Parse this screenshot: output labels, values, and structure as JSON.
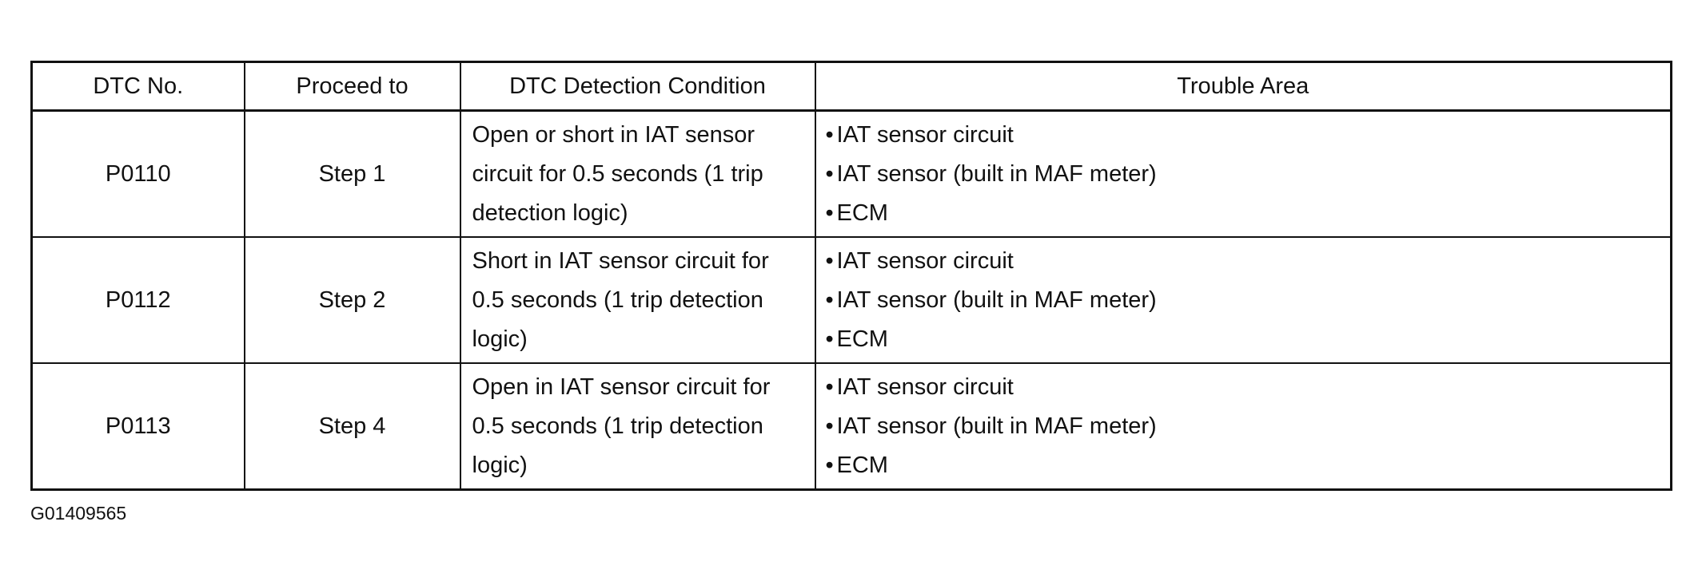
{
  "table": {
    "headers": {
      "dtc_no": "DTC No.",
      "proceed_to": "Proceed to",
      "condition": "DTC Detection Condition",
      "trouble_area": "Trouble Area"
    },
    "rows": [
      {
        "dtc": "P0110",
        "proceed": "Step 1",
        "condition": "Open or short in IAT sensor circuit for 0.5 seconds (1 trip detection logic)",
        "areas": [
          "IAT sensor circuit",
          "IAT sensor (built in MAF meter)",
          "ECM"
        ]
      },
      {
        "dtc": "P0112",
        "proceed": "Step 2",
        "condition": "Short in IAT sensor circuit for 0.5 seconds (1 trip detection logic)",
        "areas": [
          "IAT sensor circuit",
          "IAT sensor (built in MAF meter)",
          "ECM"
        ]
      },
      {
        "dtc": "P0113",
        "proceed": "Step 4",
        "condition": "Open in IAT sensor circuit for 0.5 seconds (1 trip detection logic)",
        "areas": [
          "IAT sensor circuit",
          "IAT sensor (built in MAF meter)",
          "ECM"
        ]
      }
    ],
    "bullet": "•"
  },
  "figure_id": "G01409565"
}
